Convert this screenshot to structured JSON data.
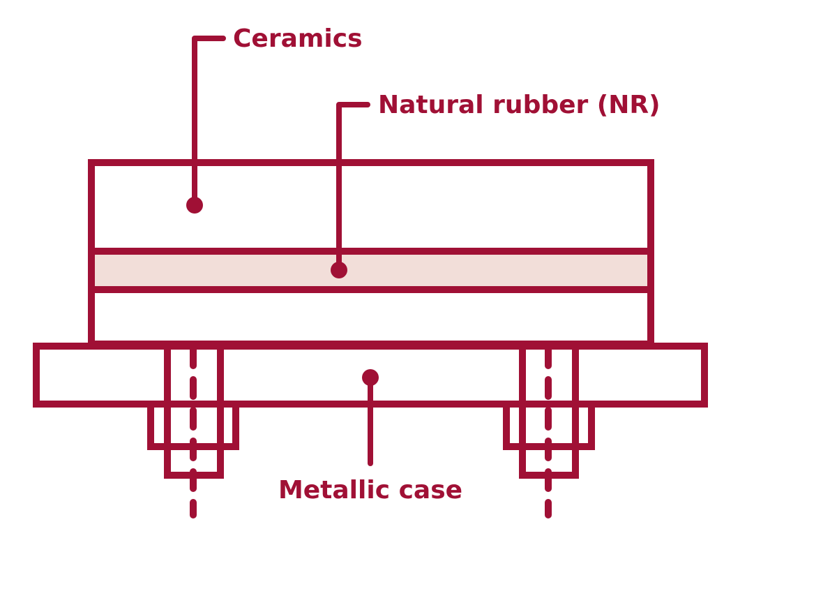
{
  "colors": {
    "line": "#A01035",
    "rubber_fill": "#F2DED9",
    "background": "#FFFFFF"
  },
  "labels": {
    "ceramics": "Ceramics",
    "natural_rubber": "Natural rubber (NR)",
    "metallic_case": "Metallic case"
  }
}
